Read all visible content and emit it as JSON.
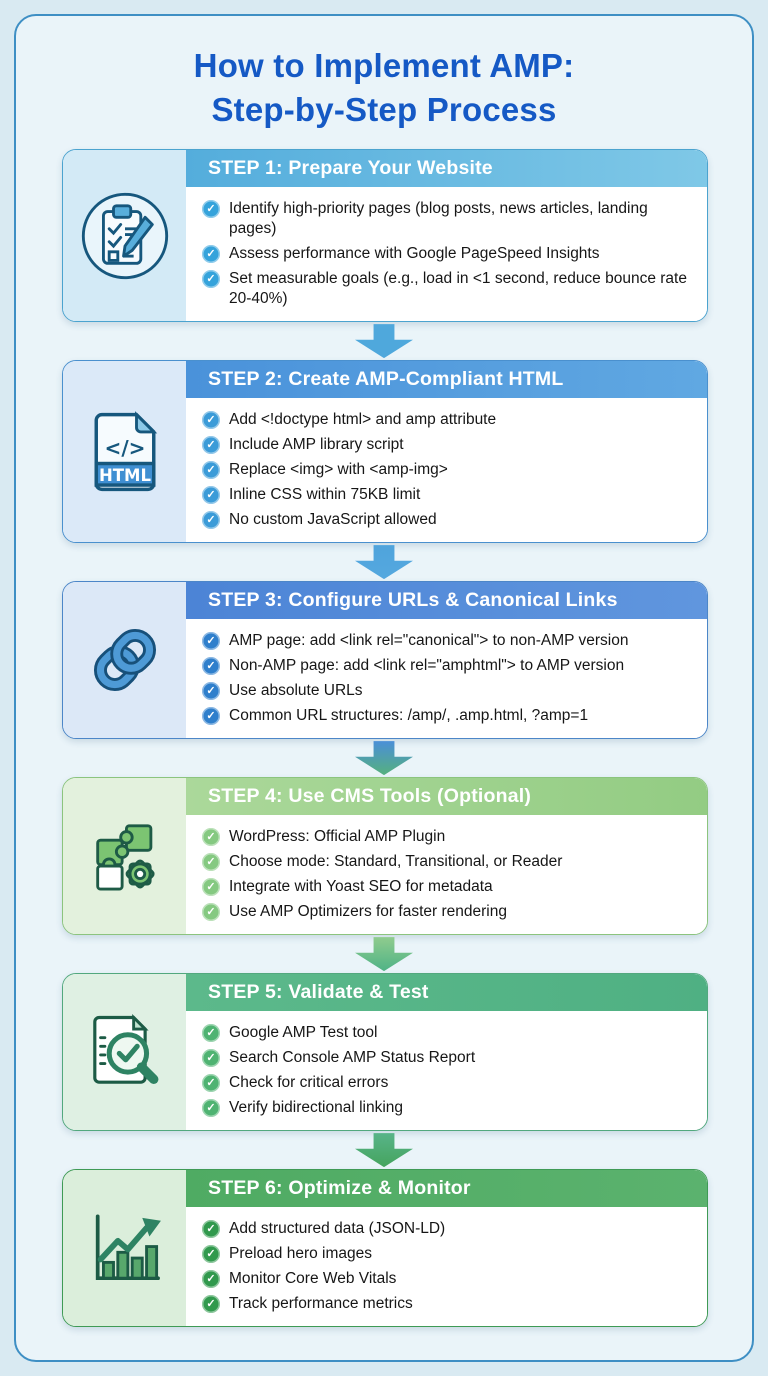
{
  "page": {
    "title_line1": "How to Implement AMP:",
    "title_line2": "Step-by-Step Process",
    "title_color": "#1559c5"
  },
  "steps": [
    {
      "title": "STEP 1: Prepare Your Website",
      "icon": "clipboard-checklist-icon",
      "items": [
        "Identify high-priority pages (blog posts, news articles, landing pages)",
        "Assess performance with Google PageSpeed Insights",
        "Set measurable goals (e.g., load in <1 second, reduce bounce rate 20-40%)"
      ],
      "theme": {
        "header_from": "#54addc",
        "header_to": "#7fc8e7",
        "panel_bg": "#d3eaf6",
        "border": "#4ba3cf",
        "check": "#35a3db"
      }
    },
    {
      "title": "STEP 2: Create AMP-Compliant HTML",
      "icon": "html-file-icon",
      "items": [
        "Add <!doctype html> and amp attribute",
        "Include AMP library script",
        "Replace <img> with <amp-img>",
        "Inline CSS within 75KB limit",
        "No custom JavaScript allowed"
      ],
      "theme": {
        "header_from": "#4a92da",
        "header_to": "#60a8e2",
        "panel_bg": "#dbe9f8",
        "border": "#4a90ce",
        "check": "#3b9bd8"
      }
    },
    {
      "title": "STEP 3: Configure URLs & Canonical Links",
      "icon": "chain-link-icon",
      "items": [
        "AMP page: add <link rel=\"canonical\"> to non-AMP version",
        "Non-AMP page: add <link rel=\"amphtml\"> to AMP version",
        "Use absolute URLs",
        "Common URL structures: /amp/, .amp.html, ?amp=1"
      ],
      "theme": {
        "header_from": "#4c84d6",
        "header_to": "#6096de",
        "panel_bg": "#dce8f7",
        "border": "#4c86c8",
        "check": "#2f7fcc"
      }
    },
    {
      "title": "STEP 4: Use CMS Tools (Optional)",
      "icon": "puzzle-gear-icon",
      "items": [
        "WordPress: Official AMP Plugin",
        "Choose mode: Standard, Transitional, or Reader",
        "Integrate with Yoast SEO for metadata",
        "Use AMP Optimizers for faster rendering"
      ],
      "theme": {
        "header_from": "#abd89a",
        "header_to": "#93cc83",
        "panel_bg": "#e3f1dd",
        "border": "#8cc47e",
        "check": "#85c981"
      }
    },
    {
      "title": "STEP 5: Validate & Test",
      "icon": "magnifier-check-icon",
      "items": [
        "Google AMP Test tool",
        "Search Console AMP Status Report",
        "Check for critical errors",
        "Verify bidirectional linking"
      ],
      "theme": {
        "header_from": "#5cb98b",
        "header_to": "#4fb083",
        "panel_bg": "#dff0e3",
        "border": "#52a87e",
        "check": "#4fb372"
      }
    },
    {
      "title": "STEP 6: Optimize & Monitor",
      "icon": "growth-chart-icon",
      "items": [
        "Add structured data (JSON-LD)",
        "Preload hero images",
        "Monitor Core Web Vitals",
        "Track performance metrics"
      ],
      "theme": {
        "header_from": "#4fab63",
        "header_to": "#5bb26e",
        "panel_bg": "#dbeedb",
        "border": "#3f9a55",
        "check": "#31994d"
      }
    }
  ],
  "arrows": [
    {
      "from": "#4fa8dc",
      "to": "#4fa8dc"
    },
    {
      "from": "#4fa4dc",
      "to": "#55a8df"
    },
    {
      "from": "#4b8fd8",
      "to": "#55b07e"
    },
    {
      "from": "#90cc8e",
      "to": "#4fb386"
    },
    {
      "from": "#58b489",
      "to": "#45a45e"
    }
  ]
}
